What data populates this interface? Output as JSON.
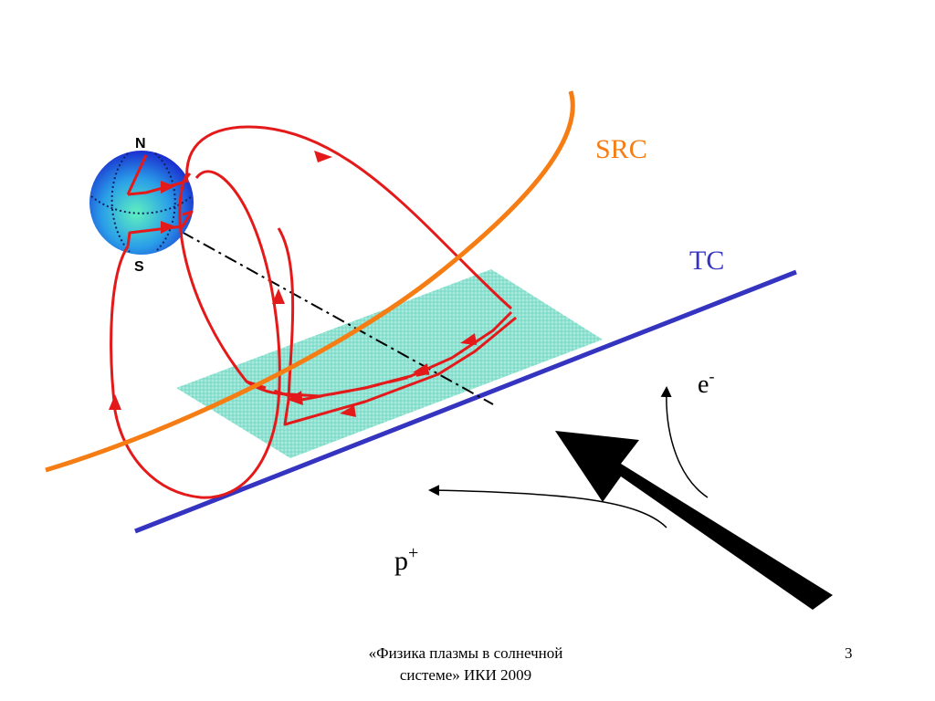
{
  "labels": {
    "north": "N",
    "south": "S",
    "src": "SRC",
    "tc": "TC",
    "electron": "e",
    "electron_sup": "-",
    "proton": "p",
    "proton_sup": "+"
  },
  "footer": {
    "line1": "«Физика плазмы в солнечной",
    "line2": "системе» ИКИ 2009",
    "page_number": "3"
  },
  "colors": {
    "field_lines": "#e41a1a",
    "src_curve": "#f57d14",
    "tc_line": "#3434c0",
    "current_sheet": "#7fdcc8",
    "earth_light": "#5ef0c0",
    "earth_dark": "#1a2fd0",
    "arrow": "#000000"
  }
}
